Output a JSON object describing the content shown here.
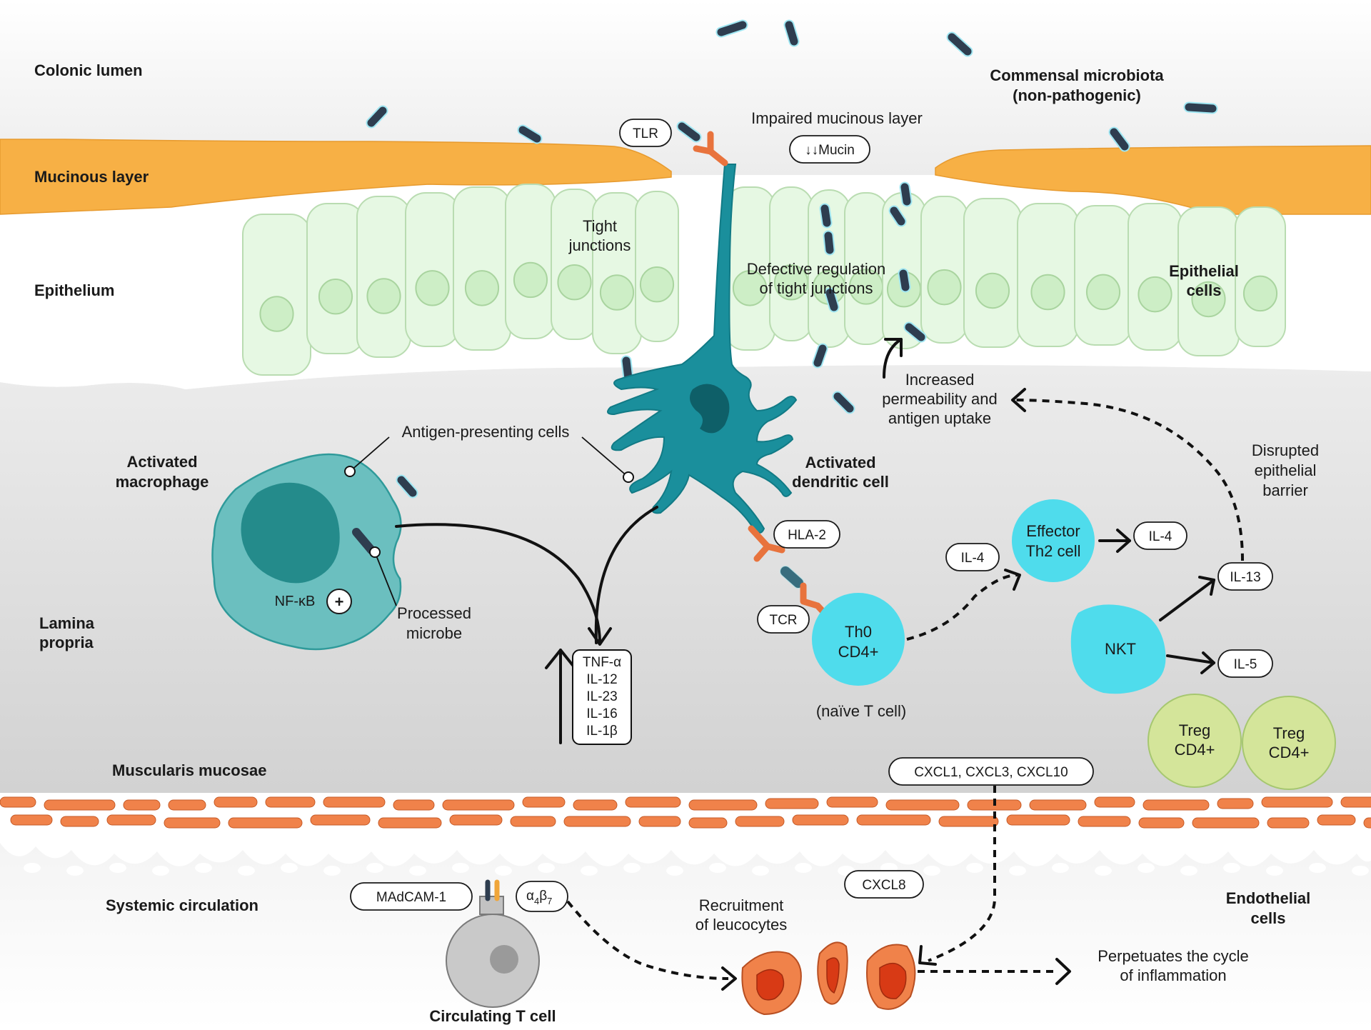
{
  "regions": {
    "colonic_lumen": "Colonic lumen",
    "mucinous_layer": "Mucinous layer",
    "epithelium": "Epithelium",
    "lamina_propria_1": "Lamina",
    "lamina_propria_2": "propria",
    "muscularis_mucosae": "Muscularis mucosae",
    "systemic_circulation": "Systemic circulation"
  },
  "labels": {
    "commensal_1": "Commensal microbiota",
    "commensal_2": "(non-pathogenic)",
    "impaired_mucinous_layer": "Impaired mucinous layer",
    "tight_junctions_1": "Tight",
    "tight_junctions_2": "junctions",
    "defective_1": "Defective regulation",
    "defective_2": "of tight junctions",
    "epithelial_cells_1": "Epithelial",
    "epithelial_cells_2": "cells",
    "increased_1": "Increased",
    "increased_2": "permeability and",
    "increased_3": "antigen uptake",
    "antigen_presenting": "Antigen-presenting cells",
    "activated_macrophage_1": "Activated",
    "activated_macrophage_2": "macrophage",
    "activated_dendritic_1": "Activated",
    "activated_dendritic_2": "dendritic cell",
    "disrupted_1": "Disrupted",
    "disrupted_2": "epithelial",
    "disrupted_3": "barrier",
    "processed_1": "Processed",
    "processed_2": "microbe",
    "nfkb": "NF-κB",
    "plus": "+",
    "naive": "(naïve T cell)",
    "endothelial_1": "Endothelial",
    "endothelial_2": "cells",
    "recruitment_1": "Recruitment",
    "recruitment_2": "of leucocytes",
    "perpetuates_1": "Perpetuates the cycle",
    "perpetuates_2": "of inflammation",
    "circulating_t_cell": "Circulating T cell"
  },
  "pills": {
    "tlr": "TLR",
    "mucin": "↓↓Mucin",
    "hla2": "HLA-2",
    "tcr": "TCR",
    "il4_left": "IL-4",
    "il4_right": "IL-4",
    "il13": "IL-13",
    "il5": "IL-5",
    "cxcl_1_3_10": "CXCL1, CXCL3, CXCL10",
    "cxcl8": "CXCL8",
    "madcam": "MAdCAM-1",
    "alpha": "α",
    "alpha_sub": "4",
    "beta": "β",
    "beta_sub": "7"
  },
  "cytokines": [
    "TNF-α",
    "IL-12",
    "IL-23",
    "IL-16",
    "IL-1β"
  ],
  "cells": {
    "th0_1": "Th0",
    "th0_2": "CD4+",
    "effector_1": "Effector",
    "effector_2": "Th2 cell",
    "nkt": "NKT",
    "treg1_1": "Treg",
    "treg1_2": "CD4+",
    "treg2_1": "Treg",
    "treg2_2": "CD4+"
  },
  "colors": {
    "mucus": "#f7b045",
    "epithelial_fill": "#e6f8e3",
    "epithelial_stroke": "#b9dcb1",
    "lamina": "#dcdcdc",
    "macrophage": "#6bbfbf",
    "dendritic": "#1a8f9c",
    "t_cell": "#4fdcec",
    "treg": "#d4e59a",
    "smooth_muscle": "#f0824a",
    "receptor": "#e8733d",
    "bacteria": "#2e3d4f",
    "leucocyte": "#f0824a"
  }
}
